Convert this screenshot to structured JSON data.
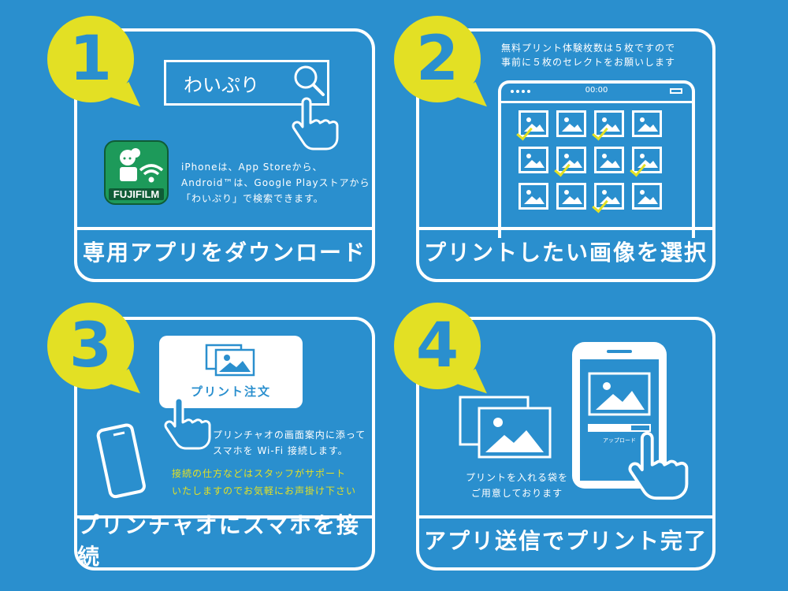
{
  "steps": [
    {
      "number": "1",
      "title": "専用アプリをダウンロード",
      "search_text": "わいぷり",
      "app_brand": "FUJIFILM",
      "description": [
        "iPhoneは、App Storeから、",
        "Android™は、Google Playストアから",
        "「わいぷり」で検索できます。"
      ]
    },
    {
      "number": "2",
      "title": "プリントしたい画像を選択",
      "note": [
        "無料プリント体験枚数は５枚ですので",
        "事前に５枚のセレクトをお願いします"
      ],
      "phone_time": "00:00"
    },
    {
      "number": "3",
      "title": "プリンチャオにスマホを接続",
      "button_label": "プリント注文",
      "description": [
        "プリンチャオの画面案内に添って",
        "スマホを Wi-Fi 接続します。"
      ],
      "note": [
        "接続の仕方などはスタッフがサポート",
        "いたしますのでお気軽にお声掛け下さい"
      ]
    },
    {
      "number": "4",
      "title": "アプリ送信でプリント完了",
      "upload_label": "アップロード",
      "description": [
        "プリントを入れる袋を",
        "ご用意しております"
      ]
    }
  ],
  "colors": {
    "background": "#2a8fce",
    "badge": "#e3e024",
    "accent_text": "#e3e024"
  },
  "icons": [
    "search-icon",
    "pointing-hand-icon",
    "photo-icon",
    "checkmark-icon",
    "smartphone-icon",
    "wifi-icon"
  ]
}
